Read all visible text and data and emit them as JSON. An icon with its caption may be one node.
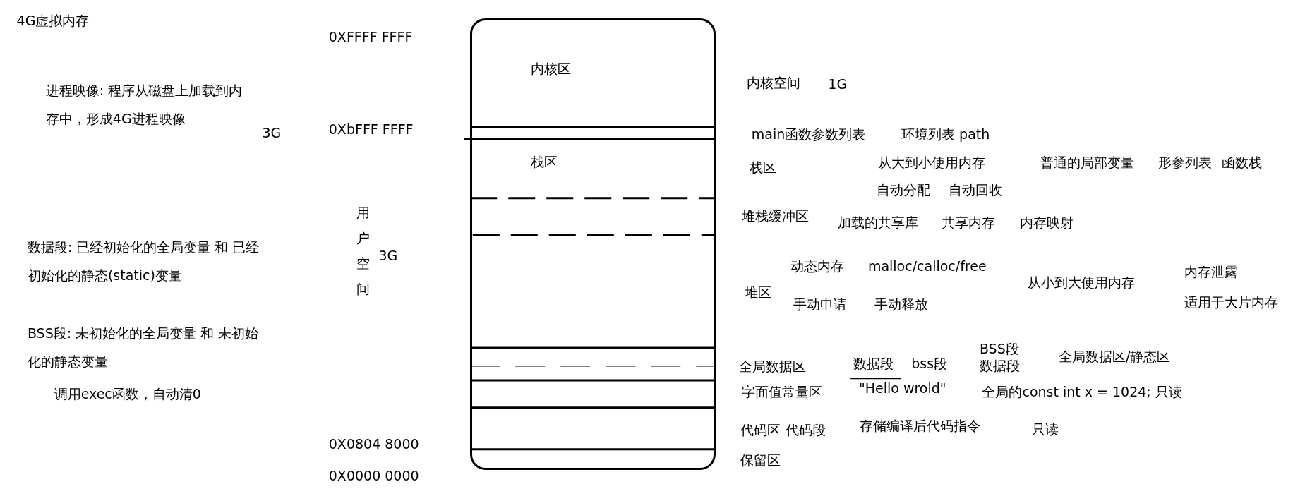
{
  "diagram": {
    "nodes": [
      {
        "text": [],
        "shape": "box"
      },
      {
        "text": [
          "内核区"
        ],
        "in": 0
      },
      {
        "text": [
          "栈区"
        ],
        "in": 0
      }
    ],
    "labels": [
      "4G虚拟内存",
      "0XFFFF FFFF",
      "进程映像: 程序从磁盘上加载到内存中，形成4G进程映像",
      "内核空间",
      "1G",
      "3G",
      "0XbFFF FFFF",
      "main函数参数列表",
      "环境列表 path",
      "栈区",
      "从大到小使用内存",
      "普通的局部变量",
      "形参列表",
      "函数栈",
      "自动分配",
      "自动回收",
      "用户空间",
      "堆栈缓冲区",
      "加载的共享库",
      "共享内存",
      "内存映射",
      "数据段: 已经初始化的全局变量 和 已经初始化的静态(static)变量",
      "3G",
      "动态内存",
      "malloc/calloc/free",
      "内存泄露",
      "堆区",
      "从小到大使用内存",
      "手动申请",
      "手动释放",
      "适用于大片内存",
      "BSS段: 未初始化的全局变量 和 未初始化的静态变量",
      "BSS段",
      "数据段",
      "全局数据区/静态区",
      "全局数据区",
      "数据段",
      "bss段",
      "调用exec函数，自动清0",
      "字面值常量区",
      "\"Hello wrold\"",
      "全局的const int x = 1024; 只读",
      "代码区 代码段",
      "存储编译后代码指令",
      "只读",
      "0X0804 8000",
      "保留区",
      "0X0000 0000"
    ]
  }
}
